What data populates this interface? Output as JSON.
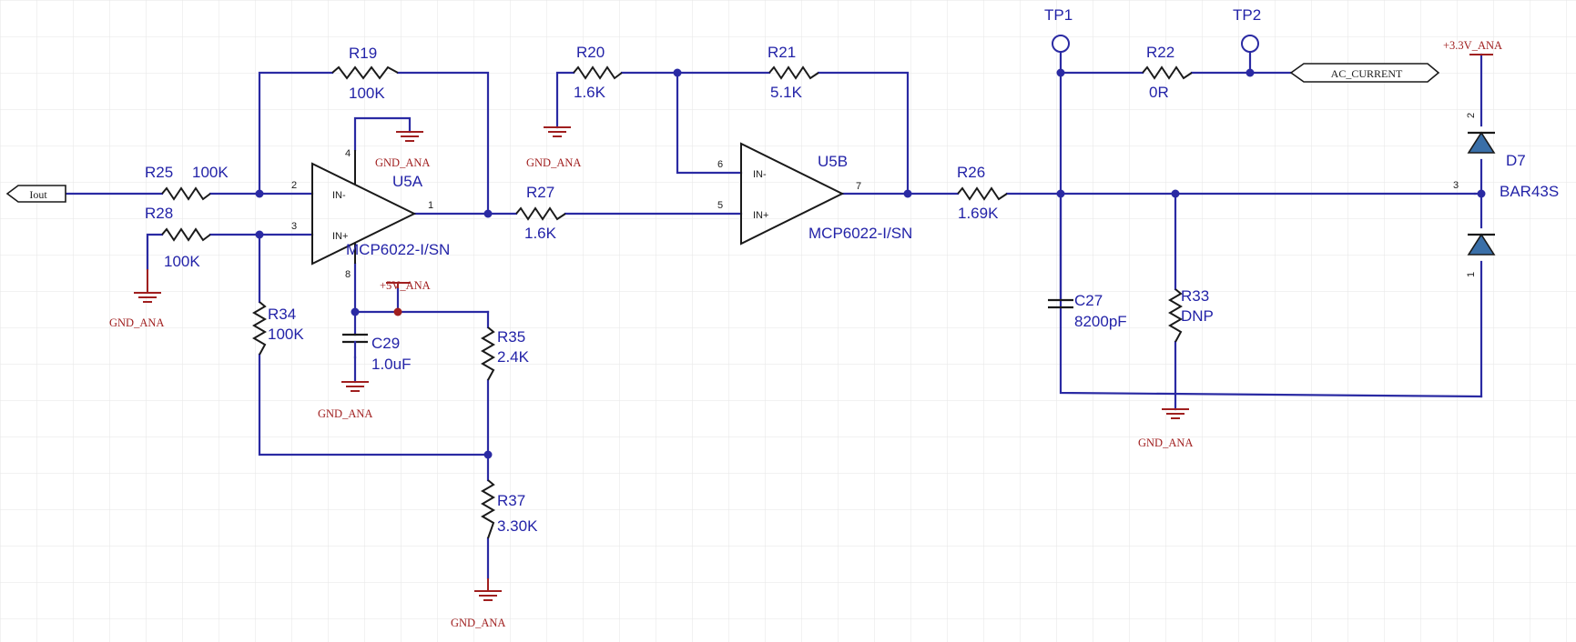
{
  "ports": {
    "iout": "Iout",
    "ac_current": "AC_CURRENT"
  },
  "components": {
    "R19": {
      "ref": "R19",
      "value": "100K"
    },
    "R20": {
      "ref": "R20",
      "value": "1.6K"
    },
    "R21": {
      "ref": "R21",
      "value": "5.1K"
    },
    "R22": {
      "ref": "R22",
      "value": "0R"
    },
    "R25": {
      "ref": "R25",
      "value": "100K"
    },
    "R26": {
      "ref": "R26",
      "value": "1.69K"
    },
    "R27": {
      "ref": "R27",
      "value": "1.6K"
    },
    "R28": {
      "ref": "R28",
      "value": "100K"
    },
    "R33": {
      "ref": "R33",
      "value": "DNP"
    },
    "R34": {
      "ref": "R34",
      "value": "100K"
    },
    "R35": {
      "ref": "R35",
      "value": "2.4K"
    },
    "R37": {
      "ref": "R37",
      "value": "3.30K"
    },
    "C27": {
      "ref": "C27",
      "value": "8200pF"
    },
    "C29": {
      "ref": "C29",
      "value": "1.0uF"
    },
    "U5A": {
      "ref": "U5A",
      "part": "MCP6022-I/SN",
      "in_minus": "IN-",
      "in_plus": "IN+",
      "pin_inm": "2",
      "pin_inp": "3",
      "pin_out": "1",
      "pin_vdd": "8",
      "pin_vss": "4"
    },
    "U5B": {
      "ref": "U5B",
      "part": "MCP6022-I/SN",
      "in_minus": "IN-",
      "in_plus": "IN+",
      "pin_inm": "6",
      "pin_inp": "5",
      "pin_out": "7"
    },
    "D7": {
      "ref": "D7",
      "part": "BAR43S",
      "pin_top": "2",
      "pin_mid": "3",
      "pin_bot": "1"
    },
    "TP1": {
      "ref": "TP1"
    },
    "TP2": {
      "ref": "TP2"
    }
  },
  "power": {
    "gnd": "GND_ANA",
    "v5": "+5V_ANA",
    "v33": "+3.3V_ANA"
  },
  "colors": {
    "wire": "#2a2aa3",
    "label": "#2323a8",
    "power": "#a01f1f",
    "symbol": "#1a1a1a",
    "grid": "#e6e6e6"
  }
}
